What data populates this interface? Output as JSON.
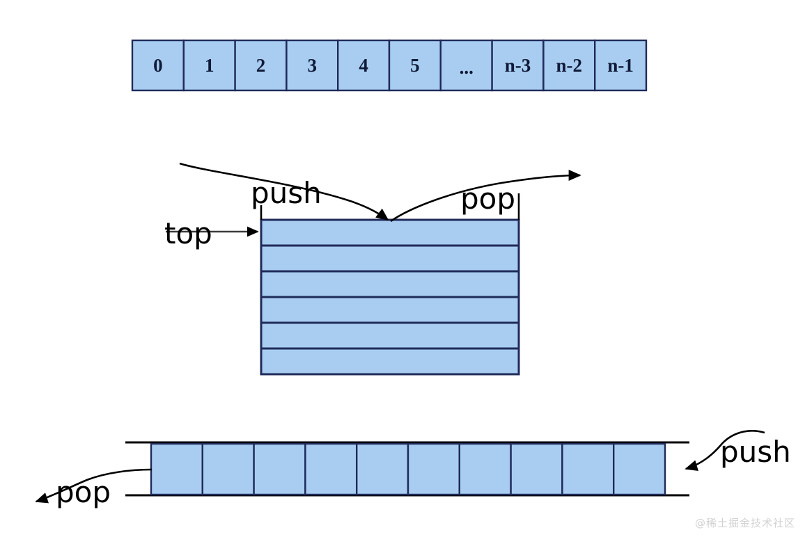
{
  "diagram": {
    "title": "Stack and Queue operations diagram",
    "colors": {
      "cell_fill": "#a8cdf0",
      "cell_stroke": "#1f2a5a",
      "line": "#000000",
      "watermark": "#d2d2d2"
    }
  },
  "array_row": {
    "name": "index-array",
    "cells": [
      "0",
      "1",
      "2",
      "3",
      "4",
      "5",
      "...",
      "n-3",
      "n-2",
      "n-1"
    ]
  },
  "stack": {
    "name": "stack-diagram",
    "rows": 6,
    "labels": {
      "push": "push",
      "pop": "pop",
      "top": "top"
    }
  },
  "queue": {
    "name": "queue-diagram",
    "cells": 10,
    "labels": {
      "push": "push",
      "pop": "pop"
    }
  },
  "watermark": {
    "text": "@稀土掘金技术社区"
  }
}
